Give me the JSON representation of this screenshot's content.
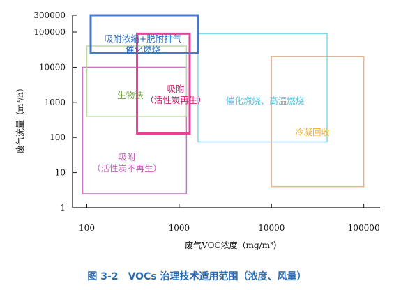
{
  "caption": "图 3-2　VOCs 治理技术适用范围（浓度、风量）",
  "chart_data": {
    "type": "region",
    "title": "",
    "xlabel": "废气VOC浓度（mg/m³）",
    "ylabel": "废气流量（m³/h）",
    "x_scale": "log",
    "y_scale": "log",
    "xlim": [
      70,
      150000
    ],
    "ylim": [
      1,
      300000
    ],
    "x_ticks": [
      100,
      1000,
      10000,
      100000
    ],
    "x_tick_labels": [
      "100",
      "1000",
      "10000",
      "100000"
    ],
    "y_ticks": [
      1,
      10,
      100,
      1000,
      10000,
      100000,
      300000
    ],
    "y_tick_labels": [
      "1",
      "10",
      "100",
      "1000",
      "10000",
      "100000",
      "300000"
    ],
    "grid": false,
    "regions": [
      {
        "label": "吸附\n（活性炭不再生）",
        "x": [
          90,
          1200
        ],
        "y": [
          2.5,
          10000
        ],
        "color": "#d070c8"
      },
      {
        "label": "生物法",
        "x": [
          100,
          1200
        ],
        "y": [
          400,
          40000
        ],
        "color": "#b8dca0"
      },
      {
        "label": "吸附\n（活性炭再生）",
        "x": [
          350,
          1300
        ],
        "y": [
          130,
          90000
        ],
        "color": "#e8409a"
      },
      {
        "label": "催化燃烧、高温燃烧",
        "x": [
          1600,
          40000
        ],
        "y": [
          75,
          90000
        ],
        "color": "#80d8f0"
      },
      {
        "label": "冷凝回收",
        "x": [
          10000,
          100000
        ],
        "y": [
          4,
          20000
        ],
        "color": "#f4b080"
      },
      {
        "label": "吸附浓缩+脱附排气\n催化燃烧",
        "x": [
          110,
          1600
        ],
        "y": [
          25000,
          300000
        ],
        "color": "#4878c8"
      }
    ],
    "label_colors": {
      "吸附\n（活性炭不再生）": "#c060b8",
      "生物法": "#70a040",
      "吸附\n（活性炭再生）": "#d02070",
      "催化燃烧、高温燃烧": "#50c0e0",
      "冷凝回收": "#f0b030",
      "吸附浓缩+脱附排气\n催化燃烧": "#3070c0"
    }
  }
}
